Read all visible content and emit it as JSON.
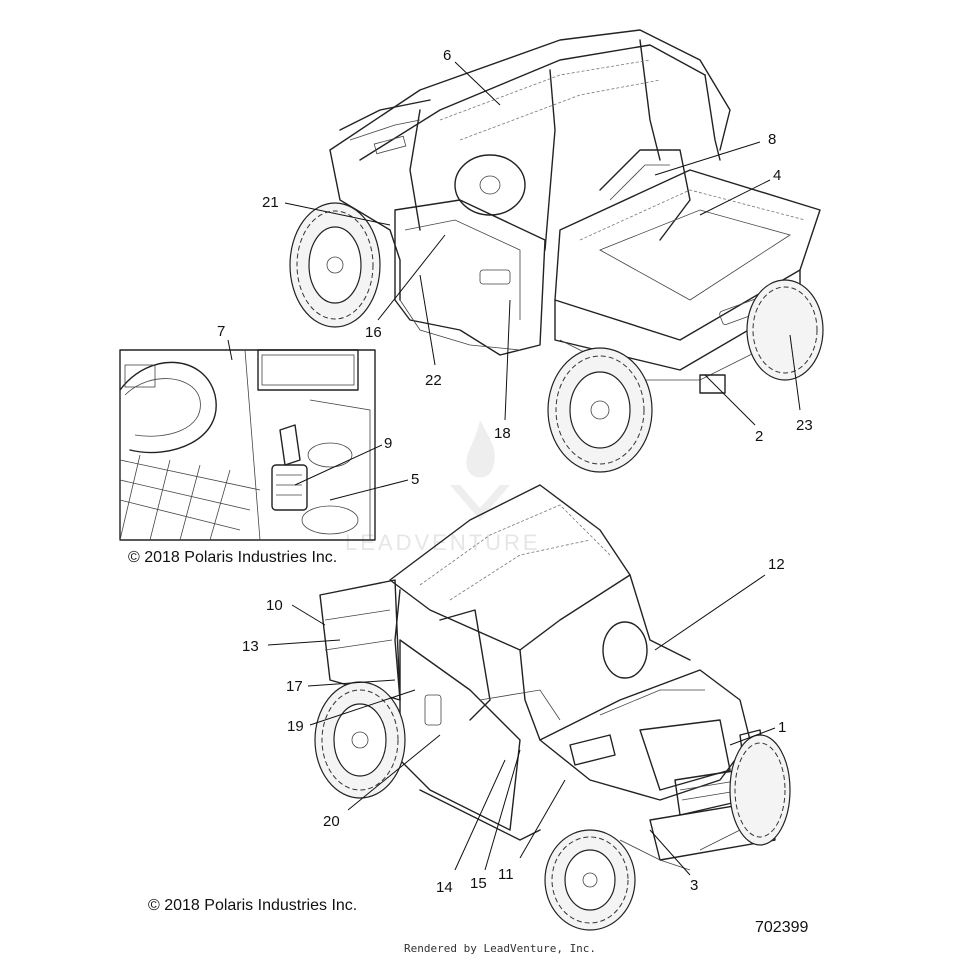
{
  "copyright_top": "© 2018 Polaris Industries Inc.",
  "copyright_bottom": "© 2018 Polaris Industries Inc.",
  "drawing_number": "702399",
  "rendered_by": "Rendered by LeadVenture, Inc.",
  "watermark_text": "LEADVENTURE",
  "callouts": {
    "c1": "1",
    "c2": "2",
    "c3": "3",
    "c4": "4",
    "c5": "5",
    "c6": "6",
    "c7": "7",
    "c8": "8",
    "c9": "9",
    "c10": "10",
    "c11": "11",
    "c12": "12",
    "c13": "13",
    "c14": "14",
    "c15": "15",
    "c16": "16",
    "c17": "17",
    "c18": "18",
    "c19": "19",
    "c20": "20",
    "c21": "21",
    "c22": "22",
    "c23": "23"
  },
  "colors": {
    "line": "#222222",
    "watermark": "#e6e6e6"
  }
}
